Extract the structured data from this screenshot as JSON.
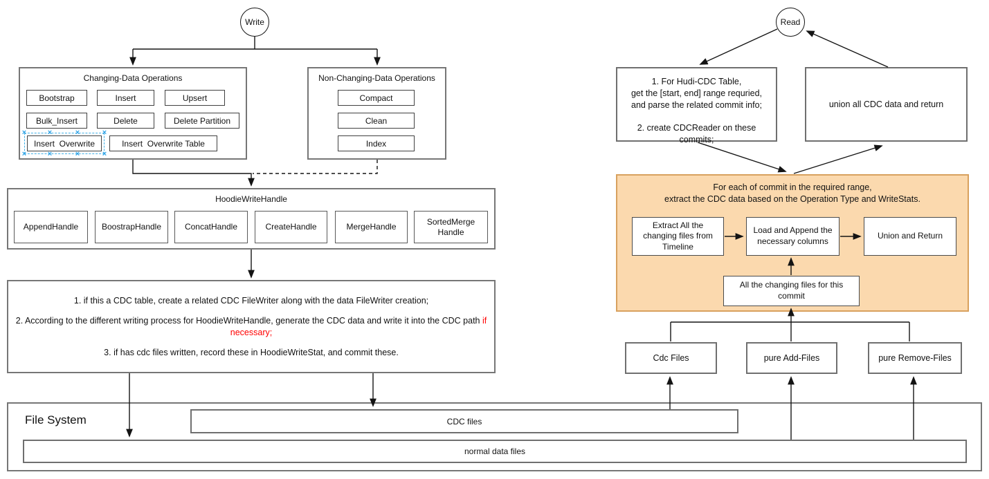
{
  "write_section": {
    "start_label": "Write",
    "changing_ops": {
      "title": "Changing-Data Operations",
      "ops": [
        "Bootstrap",
        "Insert",
        "Upsert",
        "Bulk_Insert",
        "Delete",
        "Delete Partition",
        "Insert  Overwrite",
        "Insert  Overwrite Table"
      ]
    },
    "non_changing_ops": {
      "title": "Non-Changing-Data Operations",
      "ops": [
        "Compact",
        "Clean",
        "Index"
      ]
    },
    "write_handle": {
      "title": "HoodieWriteHandle",
      "handles": [
        "AppendHandle",
        "BoostrapHandle",
        "ConcatHandle",
        "CreateHandle",
        "MergeHandle",
        "SortedMerge\nHandle"
      ]
    },
    "cdc_notes": {
      "p1": "1. if this a CDC table, create a related CDC FileWriter along with the data FileWriter creation;",
      "p2_black": "2. According to the different writing process for HoodieWriteHandle, generate the CDC data and write it into the CDC path",
      "p2_red": "if necessary;",
      "p3": "3. if has cdc files written, record these in HoodieWriteStat, and commit these."
    }
  },
  "read_section": {
    "start_label": "Read",
    "prepare_box": {
      "para1": [
        "1. For Hudi-CDC Table,",
        "get the [start, end] range requried,",
        "and parse the related commit info;"
      ],
      "para2": [
        "2. create CDCReader on these",
        "commits;"
      ]
    },
    "union_box_label": "union all CDC data and return",
    "extract_panel": {
      "title_line1": "For each of commit in the required range,",
      "title_line2": "extract the CDC data based on the Operation Type and WriteStats.",
      "step1": "Extract All the\nchanging files from\nTimeline",
      "step2": "Load and Append the\nnecessary columns",
      "step3": "Union and Return",
      "changing_files": "All the changing files for this\ncommit"
    },
    "file_groups": [
      "Cdc Files",
      "pure Add-Files",
      "pure Remove-Files"
    ]
  },
  "file_system": {
    "title": "File System",
    "cdc_files_label": "CDC files",
    "normal_files_label": "normal data files"
  },
  "colors": {
    "panel_fill": "#fbd9ae",
    "panel_border": "#d8a15e",
    "selection_blue": "#41b1e8",
    "highlight_red": "#ff0000",
    "connector": "#141414"
  }
}
